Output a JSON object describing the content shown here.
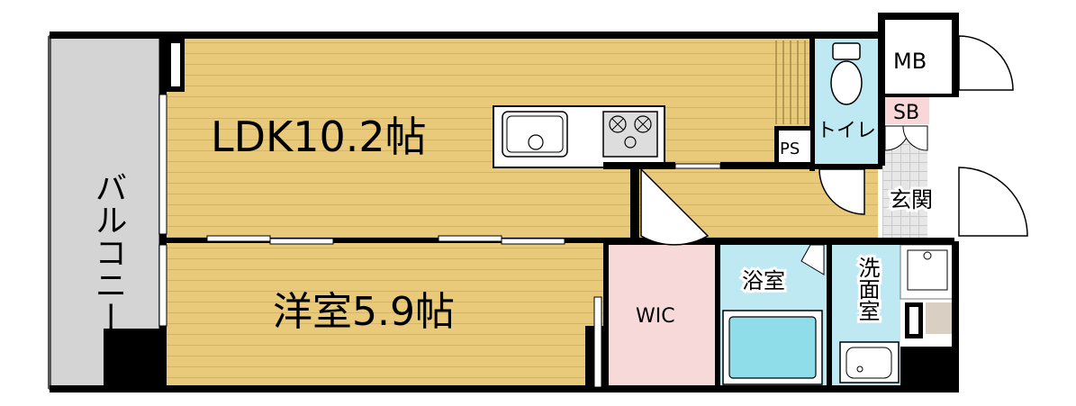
{
  "rooms": {
    "ldk": "LDK10.2帖",
    "western": "洋室5.9帖",
    "balcony": "バルコニー",
    "wic": "WIC",
    "bath": "浴室",
    "washroom": "洗面室",
    "toilet": "トイレ",
    "entrance": "玄関",
    "ps": "PS",
    "mb": "MB",
    "sb": "SB"
  },
  "colors": {
    "floor_wood": "#e9c97a",
    "floor_line": "#d7b45f",
    "wet_area": "#bfe9f2",
    "wic": "#f7d9da",
    "sb": "#f9d6d8",
    "entrance_tile": "#e7e7e7",
    "balcony": "#d4d4d4",
    "bathtub": "#8fdde8",
    "wall": "#000000"
  }
}
